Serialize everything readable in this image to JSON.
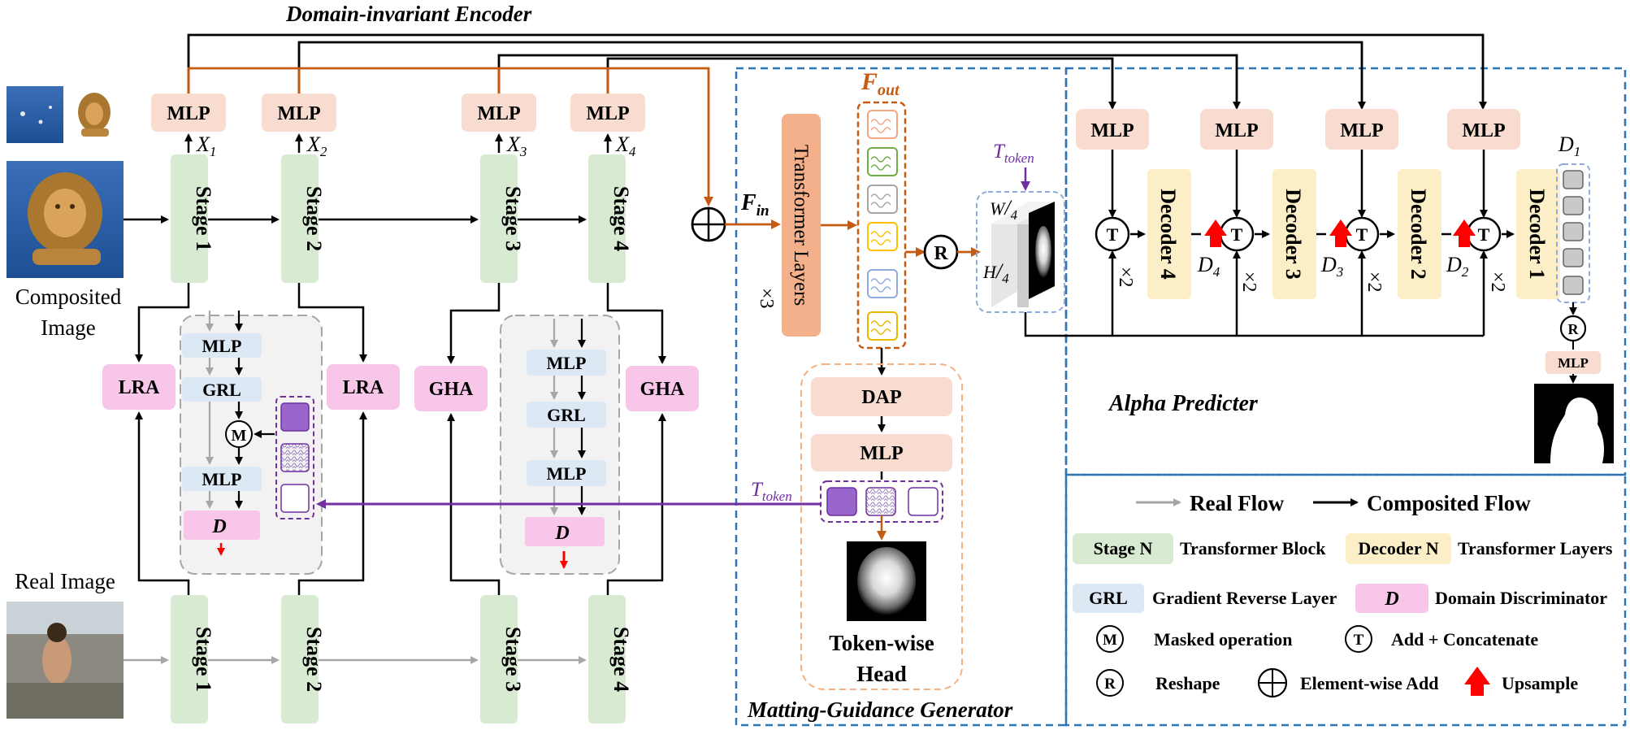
{
  "titles": {
    "encoder": "Domain-invariant Encoder",
    "generator": "Matting-Guidance Generator",
    "predicter": "Alpha Predicter"
  },
  "inputs": {
    "composited": [
      "Composited",
      "Image"
    ],
    "real": "Real Image"
  },
  "encoder": {
    "mlp": "MLP",
    "stage_prefix": "Stage",
    "stage_numbers": [
      "1",
      "2",
      "3",
      "4"
    ],
    "x_symbol": "X",
    "x_subs": [
      "1",
      "2",
      "3",
      "4"
    ],
    "lra": "LRA",
    "gha": "GHA",
    "grl": "GRL",
    "d": "D",
    "masked_symbol": "M"
  },
  "generator": {
    "transformer_layers": "Transformer Layers",
    "times3": "×3",
    "fin": "F",
    "fin_sub": "in",
    "fout": "F",
    "fout_sub": "out",
    "ttoken": "T",
    "ttoken_sub": "token",
    "dap": "DAP",
    "mlp": "MLP",
    "head": [
      "Token-wise",
      "Head"
    ],
    "w_label": "W",
    "h_label": "H",
    "div": "4",
    "reshape": "R"
  },
  "predicter": {
    "mlp": "MLP",
    "decoder_prefix": "Decoder",
    "decoder_numbers": [
      "4",
      "3",
      "2",
      "1"
    ],
    "d_symbol": "D",
    "d_subs": [
      "4",
      "3",
      "2",
      "1"
    ],
    "times2": "×2",
    "t_symbol": "T",
    "r_symbol": "R",
    "small_mlp": "MLP"
  },
  "legend": {
    "real_flow": "Real Flow",
    "composited_flow": "Composited Flow",
    "stage_box": "Stage N",
    "transformer_block": "Transformer Block",
    "decoder_box": "Decoder N",
    "transformer_layers": "Transformer Layers",
    "grl_box": "GRL",
    "grl_desc": "Gradient Reverse Layer",
    "d_box": "D",
    "d_desc": "Domain Discriminator",
    "m_symbol": "M",
    "masked_op": "Masked operation",
    "t_symbol": "T",
    "add_concat": "Add + Concatenate",
    "r_symbol": "R",
    "reshape": "Reshape",
    "elementwise_add": "Element-wise Add",
    "upsample": "Upsample"
  },
  "colors": {
    "stage_fill": "#d9ead3",
    "mlp_fill": "#f8dcd0",
    "lra_fill": "#f7c6e8",
    "decoder_fill": "#fcefc7",
    "grl_fill": "#dce9f5",
    "transformer_fill": "#f3b08a",
    "orange_arrow": "#c55a11",
    "purple_arrow": "#7030a0",
    "real_flow": "#a6a6a6",
    "blue_dash": "#2e75b6",
    "upsample_red": "#ff0000"
  }
}
